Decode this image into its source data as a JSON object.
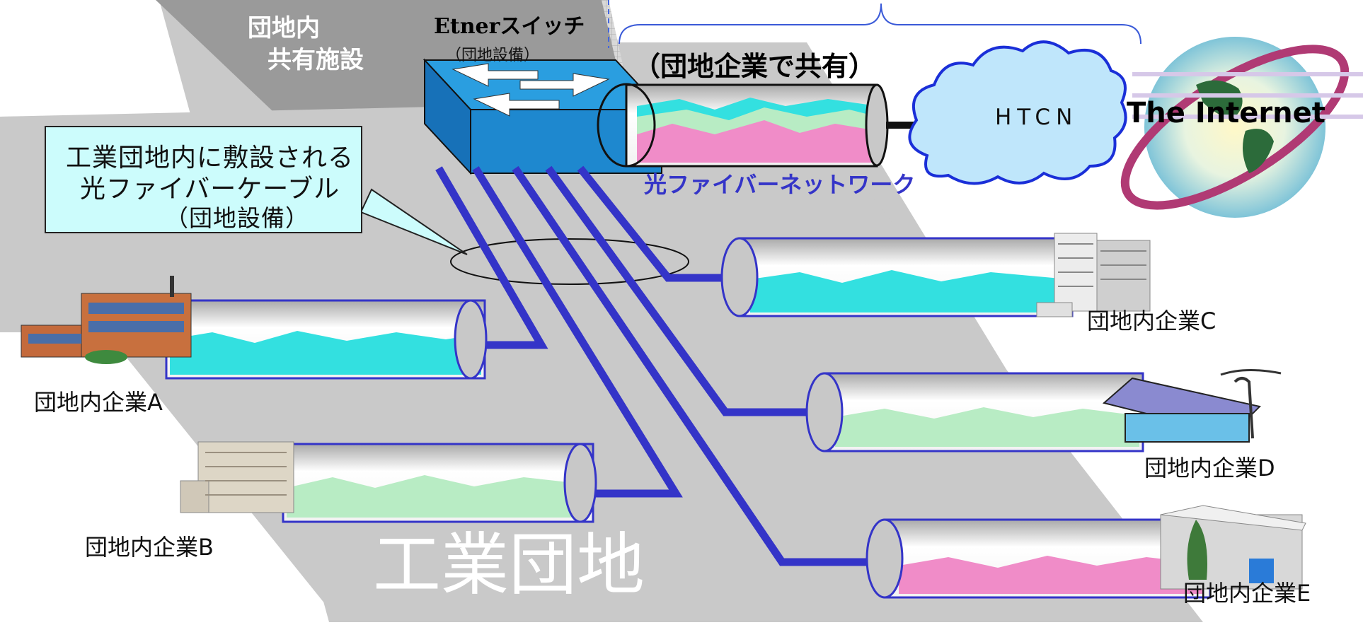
{
  "labels": {
    "shared_facility_line1": "団地内",
    "shared_facility_line2": "共有施設",
    "switch_title": "Etnerスイッチ",
    "switch_sub": "（団地設備）",
    "shared_by": "（団地企業で共有）",
    "fiber_network": "光ファイバーネットワーク",
    "htcn": "HTCN",
    "internet": "The Internet",
    "callout_line1": "工業団地内に敷設される",
    "callout_line2": "光ファイバーケーブル",
    "callout_line3": "（団地設備）",
    "industrial_park": "工業団地"
  },
  "companies": [
    {
      "id": "A",
      "label": "団地内企業A",
      "fill": "cyan"
    },
    {
      "id": "B",
      "label": "団地内企業B",
      "fill": "lightgreen"
    },
    {
      "id": "C",
      "label": "団地内企業C",
      "fill": "cyan"
    },
    {
      "id": "D",
      "label": "団地内企業D",
      "fill": "lightgreen"
    },
    {
      "id": "E",
      "label": "団地内企業E",
      "fill": "pink"
    }
  ],
  "colors": {
    "cable": "#3434c8",
    "ground_light": "#c8c8c8",
    "ground_dark": "#9a9a9a",
    "switch_blue": "#1e88cf",
    "cloud": "#bfe6fb",
    "cyan_fill": "#33e0e0",
    "green_fill": "#b8ecc4",
    "pink_fill": "#f08cc8",
    "callout_bg": "#ccfcfc"
  }
}
